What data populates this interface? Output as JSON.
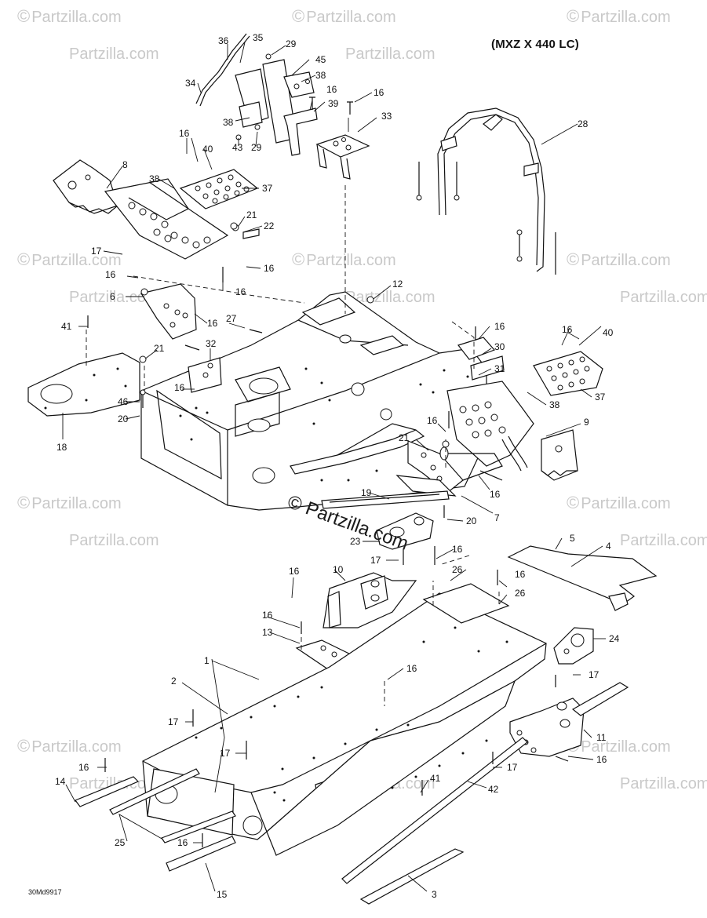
{
  "title": "(MXZ X 440 LC)",
  "drawing_code": "30Md9917",
  "watermark": {
    "text": "Partzilla.com",
    "symbol": "©"
  },
  "center_watermark": "© Partzilla.com",
  "callouts": [
    "36",
    "35",
    "29",
    "45",
    "34",
    "38",
    "16",
    "39",
    "38",
    "43",
    "29",
    "16",
    "33",
    "28",
    "16",
    "40",
    "8",
    "38",
    "37",
    "21",
    "22",
    "17",
    "16",
    "16",
    "6",
    "16",
    "12",
    "27",
    "41",
    "21",
    "16",
    "32",
    "16",
    "40",
    "16",
    "30",
    "31",
    "46",
    "16",
    "20",
    "38",
    "37",
    "9",
    "18",
    "16",
    "21",
    "16",
    "19",
    "7",
    "20",
    "23",
    "17",
    "16",
    "5",
    "4",
    "10",
    "16",
    "26",
    "16",
    "26",
    "16",
    "13",
    "24",
    "16",
    "1",
    "17",
    "2",
    "11",
    "17",
    "16",
    "17",
    "16",
    "17",
    "41",
    "14",
    "42",
    "25",
    "16",
    "15",
    "3"
  ]
}
